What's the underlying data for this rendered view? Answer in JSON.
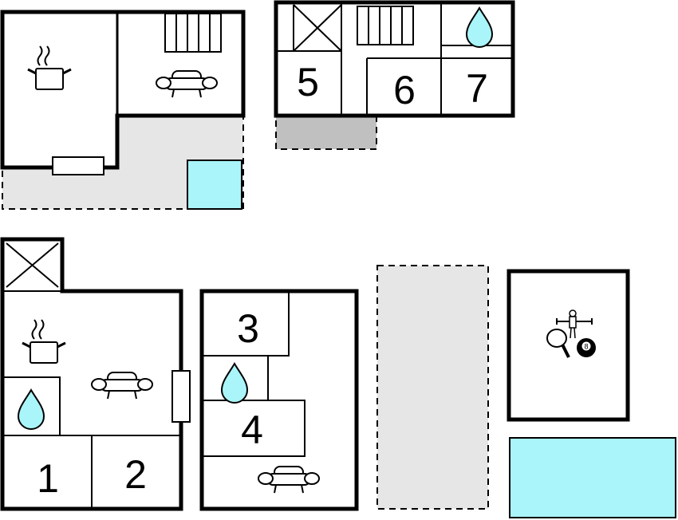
{
  "colors": {
    "terrace": "#e6e6e6",
    "carport": "#c0c0c0",
    "pool": "#a9f5fa",
    "water_drop": "#a9f5fa",
    "wall": "#000000"
  },
  "rooms": {
    "bedroom_1": "1",
    "bedroom_2": "2",
    "bedroom_3": "3",
    "bedroom_4": "4",
    "bedroom_5": "5",
    "bedroom_6": "6",
    "bedroom_7": "7"
  },
  "icons": {
    "kitchen": "cooking-pot-icon",
    "living": "sofa-icon",
    "bathroom": "water-drop-icon",
    "stairs": "stairs-icon",
    "storage": "storage-cross-icon",
    "games": "table-tennis-icon",
    "billiards": "billiard-ball-icon",
    "foosball": "foosball-icon",
    "billiard_ball_number": "8"
  }
}
